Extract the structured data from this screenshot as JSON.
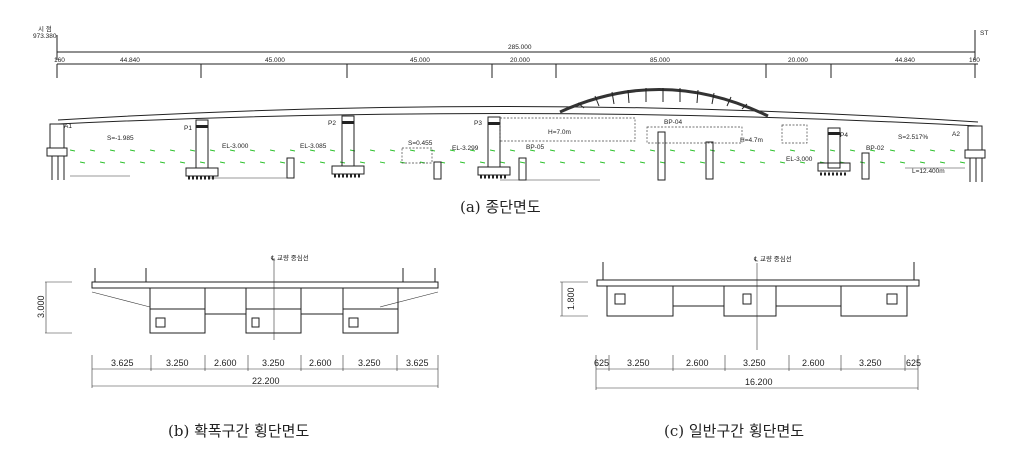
{
  "elevation": {
    "start_station_label": "시 점",
    "start_elevation": "973.380",
    "end_label": "ST",
    "total_length": "285.000",
    "spans": [
      "160",
      "44.840",
      "45.000",
      "45.000",
      "20.000",
      "85.000",
      "20.000",
      "44.840",
      "160"
    ],
    "slopes": [
      "S=-1.985",
      "S=0.455",
      "S=2.517%"
    ],
    "piers": [
      "A1",
      "P1",
      "P2",
      "P3",
      "P4",
      "A2"
    ],
    "borings": [
      "BP-05",
      "BP-04",
      "BP-02"
    ],
    "water_note": "H=7.0m",
    "water_note_2": "H=4.7m",
    "levels": [
      "EL-3.000",
      "EL-3.085",
      "EL-3.299",
      "EL-3.000"
    ],
    "length_note": "L=12.400m",
    "caption": "(a) 종단면도"
  },
  "section_b": {
    "centerline_label": "℄ 교량 중심선",
    "height": "3.000",
    "dims": [
      "3.625",
      "3.250",
      "2.600",
      "3.250",
      "2.600",
      "3.250",
      "3.625"
    ],
    "total": "22.200",
    "caption": "(b) 확폭구간 횡단면도"
  },
  "section_c": {
    "centerline_label": "℄ 교량 중심선",
    "height": "1.800",
    "dims": [
      "625",
      "3.250",
      "2.600",
      "3.250",
      "2.600",
      "3.250",
      "625"
    ],
    "total": "16.200",
    "caption": "(c) 일반구간 횡단면도"
  }
}
